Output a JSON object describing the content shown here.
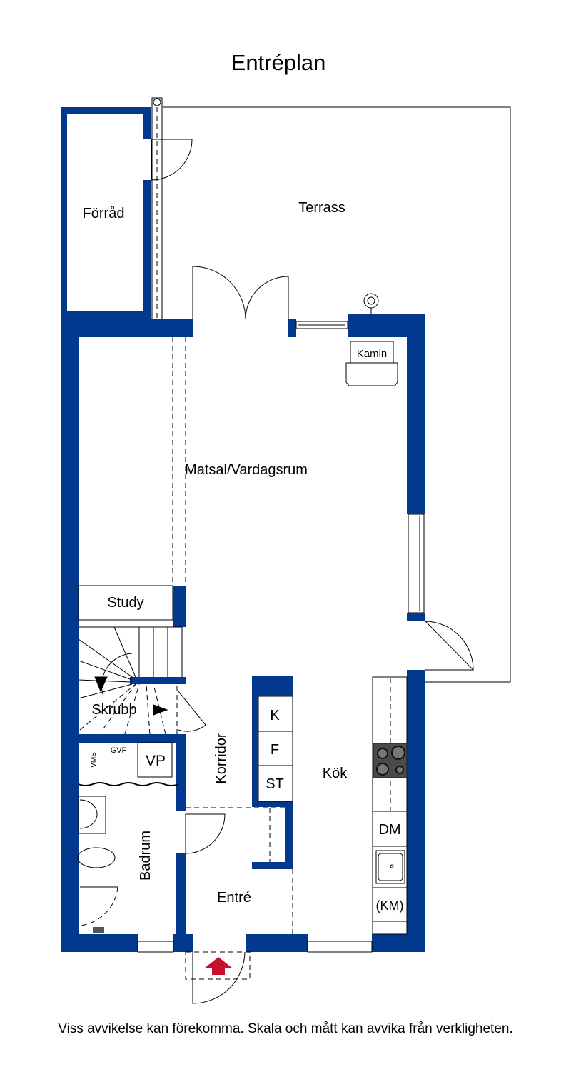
{
  "title": "Entréplan",
  "rooms": {
    "forrad": "Förråd",
    "terrass": "Terrass",
    "kamin": "Kamin",
    "matsal": "Matsal/Vardagsrum",
    "study": "Study",
    "skrubb": "Skrubb",
    "korridor": "Korridor",
    "kok": "Kök",
    "badrum": "Badrum",
    "entre": "Entré"
  },
  "appliances": {
    "k": "K",
    "f": "F",
    "st": "ST",
    "dm": "DM",
    "km": "(KM)",
    "vp": "VP",
    "vms": "VMS",
    "gvf": "GVF"
  },
  "disclaimer": "Viss avvikelse kan förekomma. Skala och mått kan avvika från verkligheten.",
  "colors": {
    "wall": "#02398f",
    "entrance_arrow": "#c8102e"
  }
}
